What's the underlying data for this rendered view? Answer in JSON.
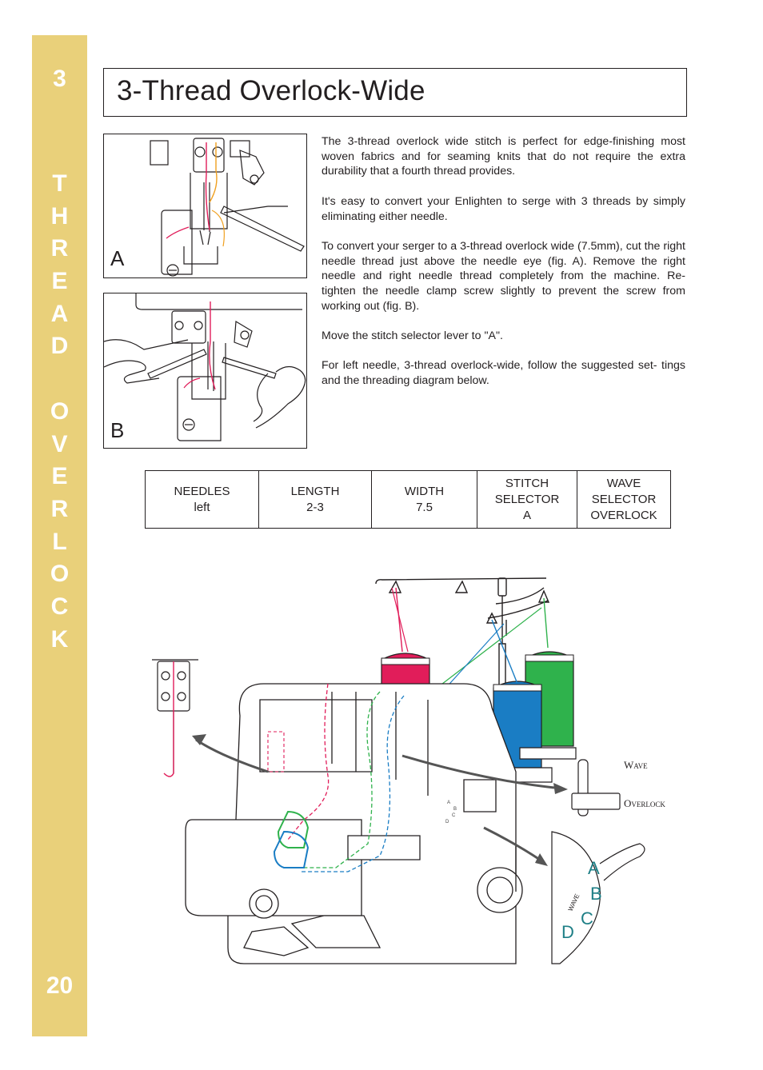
{
  "sidebar": {
    "chapter_number": "3",
    "chapter_letters": [
      "T",
      "H",
      "R",
      "E",
      "A",
      "D",
      "",
      "O",
      "V",
      "E",
      "R",
      "L",
      "O",
      "C",
      "K"
    ],
    "page_number": "20",
    "color": "#e9d07a"
  },
  "header": {
    "title": "3-Thread Overlock-Wide"
  },
  "figures": {
    "a_label": "A",
    "b_label": "B"
  },
  "body": {
    "paragraphs": [
      "The 3-thread overlock wide stitch is perfect for edge-finishing most woven fabrics and for seaming knits that do not require the extra durability that a fourth thread provides.",
      "It's easy to convert your Enlighten to serge with 3 threads by simply eliminating either needle.",
      "To convert your serger to a 3-thread overlock wide (7.5mm), cut the right needle thread just above the needle eye (fig. A). Remove the right needle and right needle thread completely from the machine. Re- tighten the needle clamp screw slightly to prevent the screw from working out (fig. B).",
      "Move the stitch selector lever to \"A\".",
      "For left needle, 3-thread overlock-wide, follow the suggested set- tings and the threading diagram below."
    ]
  },
  "settings": {
    "needles": {
      "label": "NEEDLES",
      "value": "left"
    },
    "length": {
      "label": "LENGTH",
      "value": "2-3"
    },
    "width": {
      "label": "WIDTH",
      "value": "7.5"
    },
    "stitch_selector": {
      "label_1": "STITCH",
      "label_2": "SELECTOR",
      "value": "A"
    },
    "wave_selector": {
      "label_1": "WAVE",
      "label_2": "SELECTOR",
      "value": "OVERLOCK"
    }
  },
  "diagram": {
    "wave_label": "Wave",
    "overlock_label": "Overlock",
    "dial_wave_text": "WAVE",
    "dial_letters": [
      "A",
      "B",
      "C",
      "D"
    ],
    "needle_letters": [
      "A",
      "B",
      "C",
      "D"
    ],
    "thread_colors": {
      "red": "#e11d5a",
      "blue": "#1a7dc4",
      "green": "#2fb24c"
    },
    "dial_color": "#1e7f86"
  }
}
